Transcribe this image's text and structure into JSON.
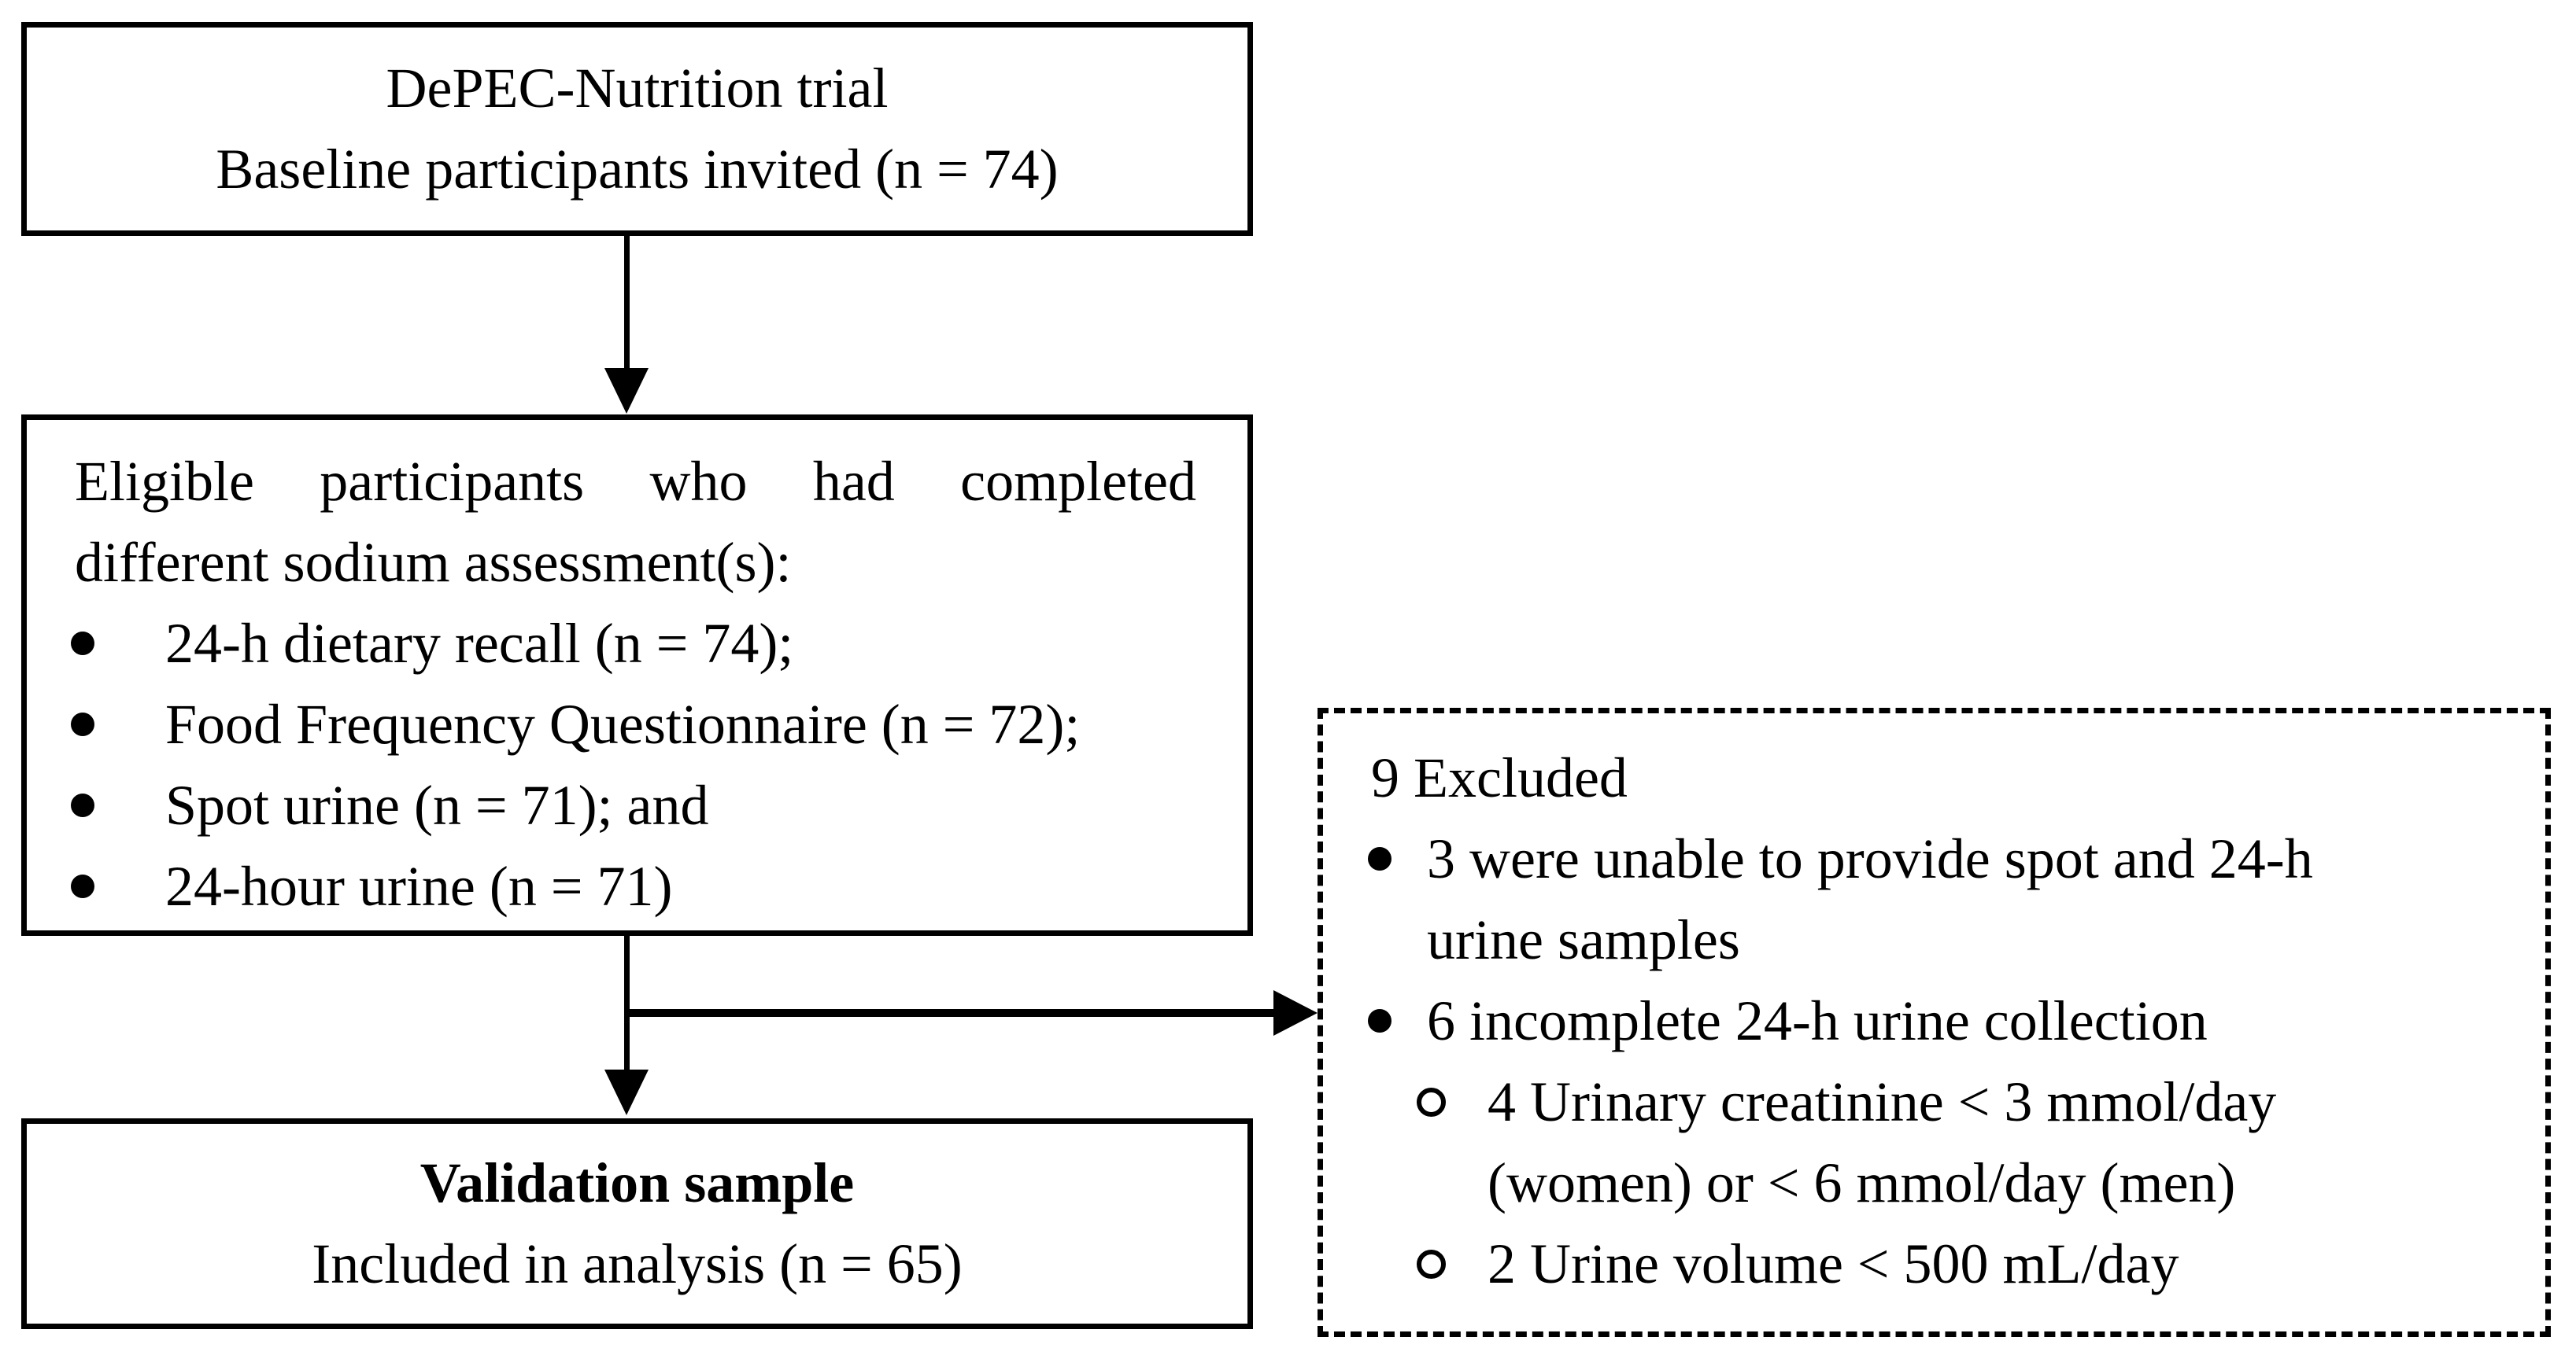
{
  "figure": {
    "colors": {
      "ink": "#000000",
      "background": "#ffffff"
    },
    "top_box": {
      "lines": [
        "DePEC-Nutrition trial",
        "Baseline participants invited (n = 74)"
      ]
    },
    "eligible_box": {
      "heading_lines": [
        "Eligible participants who had completed",
        "different sodium assessment(s):"
      ],
      "bullets": [
        "24-h dietary recall (n = 74);",
        "Food Frequency Questionnaire (n = 72);",
        "Spot urine (n = 71); and",
        "24-hour urine (n = 71)"
      ]
    },
    "validation_box": {
      "title": "Validation sample",
      "subtitle": "Included in analysis (n = 65)"
    },
    "excluded_box": {
      "title": "9 Excluded",
      "items": [
        {
          "marker": "bullet",
          "lines": [
            "3 were unable to provide spot and 24-h",
            "urine samples"
          ]
        },
        {
          "marker": "bullet",
          "lines": [
            "6 incomplete 24-h urine collection"
          ]
        },
        {
          "marker": "circle",
          "lines": [
            "4 Urinary creatinine < 3 mmol/day",
            "(women) or < 6 mmol/day (men)"
          ]
        },
        {
          "marker": "circle",
          "lines": [
            "2 Urine volume < 500 mL/day"
          ]
        }
      ]
    }
  }
}
